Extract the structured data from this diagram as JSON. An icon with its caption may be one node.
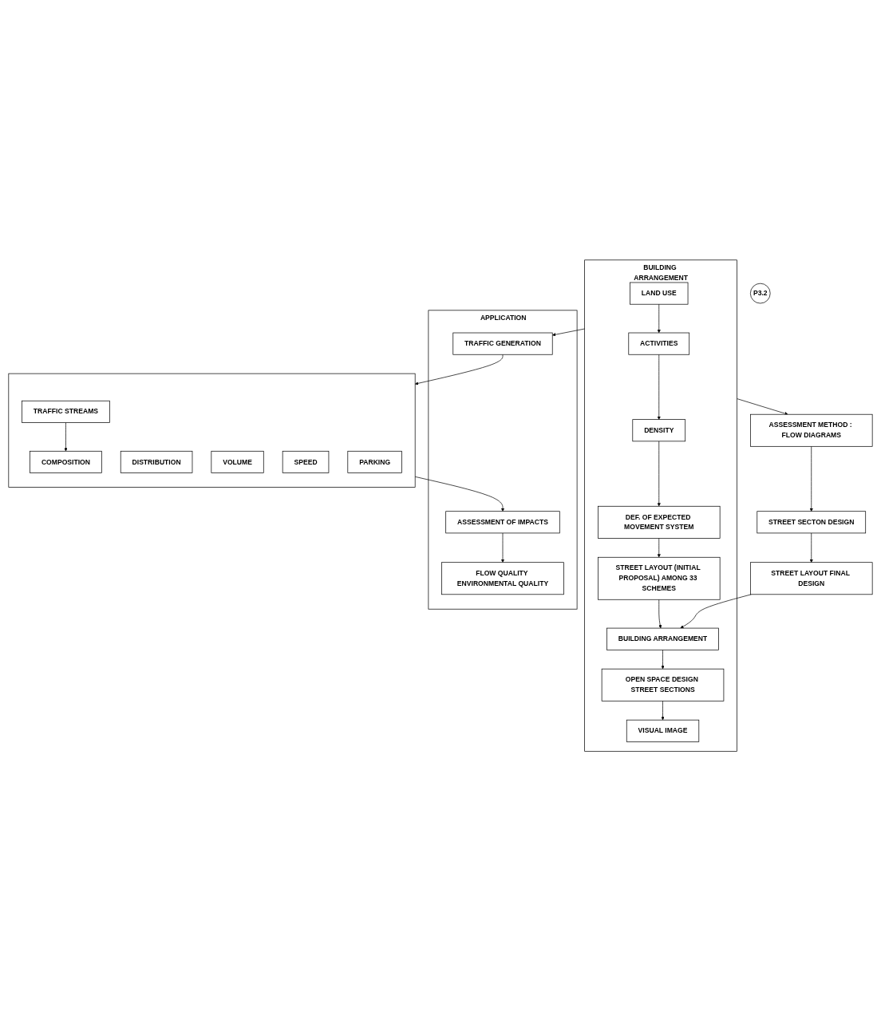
{
  "diagram": {
    "nodes": [
      {
        "text": [
          "BUILDING ARRANGEMENT"
        ]
      },
      {
        "text": [
          "LAND USE"
        ],
        "in": 0
      },
      {
        "text": [
          "ACTIVITIES"
        ],
        "in": 0
      },
      {
        "text": [
          "DENSITY"
        ],
        "in": 0
      },
      {
        "text": [
          "DEF. OF EXPECTED MOVEMENT SYSTEM"
        ],
        "in": 0
      },
      {
        "text": [
          "STREET LAYOUT (INITIAL PROPOSAL) AMONG 33 SCHEMES"
        ],
        "in": 0
      },
      {
        "text": [
          "BUILDING ARRANGEMENT"
        ],
        "in": 0
      },
      {
        "text": [
          "OPEN SPACE DESIGN STREET SECTIONS"
        ],
        "in": 0
      },
      {
        "text": [
          "VISUAL IMAGE"
        ],
        "in": 0
      },
      {
        "text": [
          "P3.2"
        ]
      },
      {
        "text": [
          "APPLICATION"
        ]
      },
      {
        "text": [
          "TRAFFIC GENERATION"
        ],
        "in": 10
      },
      {
        "text": [
          "ASSESSMENT OF IMPACTS"
        ],
        "in": 10
      },
      {
        "text": [
          "FLOW QUALITY ENVIRONMENTAL QUALITY"
        ],
        "in": 10
      },
      {
        "text": [],
        "shape": "box"
      },
      {
        "text": [
          "TRAFFIC STREAMS"
        ],
        "in": 14
      },
      {
        "text": [
          "COMPOSITION"
        ],
        "in": 14
      },
      {
        "text": [
          "DISTRIBUTION"
        ],
        "in": 14
      },
      {
        "text": [
          "VOLUME"
        ],
        "in": 14
      },
      {
        "text": [
          "SPEED"
        ],
        "in": 14
      },
      {
        "text": [
          "PARKING"
        ],
        "in": 14
      },
      {
        "text": [
          "STREET LAYOUT FINAL DESIGN"
        ]
      },
      {
        "text": [
          "STREET SECTON DESIGN"
        ]
      },
      {
        "text": [
          "ASSESSMENT METHOD : FLOW DIAGRAMS"
        ]
      }
    ],
    "edges": [
      {
        "from": 0,
        "to": 11,
        "arrow": "to"
      },
      {
        "from": 1,
        "to": 2,
        "arrow": "to"
      },
      {
        "from": 2,
        "to": 3,
        "arrow": "to"
      },
      {
        "from": 3,
        "to": 4,
        "arrow": "to"
      },
      {
        "from": 4,
        "to": 5,
        "arrow": "to"
      },
      {
        "from": 5,
        "to": 6,
        "arrow": "to"
      },
      {
        "from": 6,
        "to": 7,
        "arrow": "to"
      },
      {
        "from": 7,
        "to": 8,
        "arrow": "to"
      },
      {
        "from": 11,
        "to": 14,
        "arrow": "to"
      },
      {
        "from": 14,
        "to": 12,
        "arrow": "to"
      },
      {
        "from": 12,
        "to": 13,
        "arrow": "to"
      },
      {
        "from": 15,
        "to": 16,
        "arrow": "to"
      },
      {
        "from": 21,
        "to": 6,
        "arrow": "to"
      },
      {
        "from": 22,
        "to": 21,
        "arrow": "to"
      },
      {
        "from": 23,
        "to": 22,
        "arrow": "to"
      },
      {
        "from": 0,
        "to": 23,
        "arrow": "to"
      }
    ]
  }
}
